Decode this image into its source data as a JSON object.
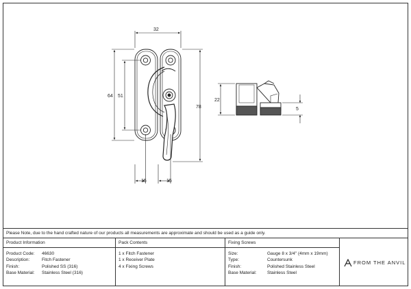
{
  "dimensions": {
    "width_total": "32",
    "height_outer": "64",
    "height_inner": "51",
    "length_total": "78",
    "left_offset": "15",
    "right_offset": "15",
    "side_height": "22",
    "side_small": "5"
  },
  "note": "Please Note, due to the hand crafted nature of our products all measurements are approximate and should be used as a guide only.",
  "product_info": {
    "title": "Product Information",
    "rows": [
      {
        "label": "Product Code:",
        "value": "46630"
      },
      {
        "label": "Description:",
        "value": "Fitch Fastener"
      },
      {
        "label": "Finish:",
        "value": "Polished SS (316)"
      },
      {
        "label": "Base Material:",
        "value": "Stainless Steel (316)"
      }
    ]
  },
  "pack_contents": {
    "title": "Pack Contents",
    "items": [
      "1 x Fitch Fastener",
      "1 x Receiver Plate",
      "4 x Fixing Screws"
    ]
  },
  "fixing_screws": {
    "title": "Fixing Screws",
    "rows": [
      {
        "label": "Size:",
        "value": "Gauge 8 x 3/4\" (4mm x 19mm)"
      },
      {
        "label": "Type:",
        "value": "Countersunk"
      },
      {
        "label": "Finish:",
        "value": "Polished Stainless Steel"
      },
      {
        "label": "Base Material:",
        "value": "Stainless Steel"
      }
    ]
  },
  "brand": {
    "name": "FROM THE ANVIL",
    "logo_icon": "anvil-a-logo-icon"
  }
}
